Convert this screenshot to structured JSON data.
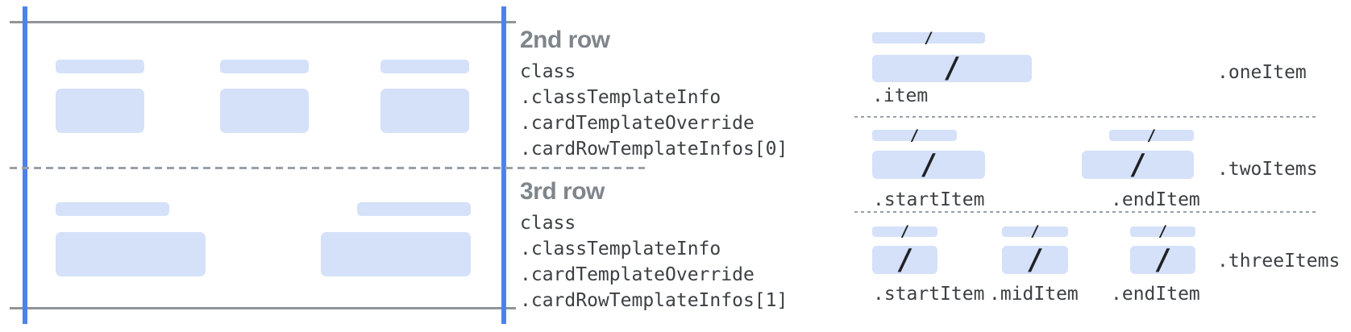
{
  "colors": {
    "bar_fill": "#d5e1f9",
    "frame_blue": "#4c82ec",
    "frame_gray": "#909499",
    "dash_gray": "#9aa0a6",
    "heading_gray": "#7f858b",
    "code_dark": "#3c4043",
    "slash_dark": "#202124"
  },
  "annotations": {
    "row2": {
      "heading": "2nd row",
      "code_lines": [
        "class",
        ".classTemplateInfo",
        ".cardTemplateOverride",
        ".cardRowTemplateInfos[0]"
      ]
    },
    "row3": {
      "heading": "3rd row",
      "code_lines": [
        "class",
        ".classTemplateInfo",
        ".cardTemplateOverride",
        ".cardRowTemplateInfos[1]"
      ]
    }
  },
  "item_layouts": {
    "slash_glyph": "/",
    "one_item": {
      "name": ".oneItem",
      "item_label": ".item"
    },
    "two_items": {
      "name": ".twoItems",
      "start_label": ".startItem",
      "end_label": ".endItem"
    },
    "three_items": {
      "name": ".threeItems",
      "start_label": ".startItem",
      "mid_label": ".midItem",
      "end_label": ".endItem"
    }
  }
}
